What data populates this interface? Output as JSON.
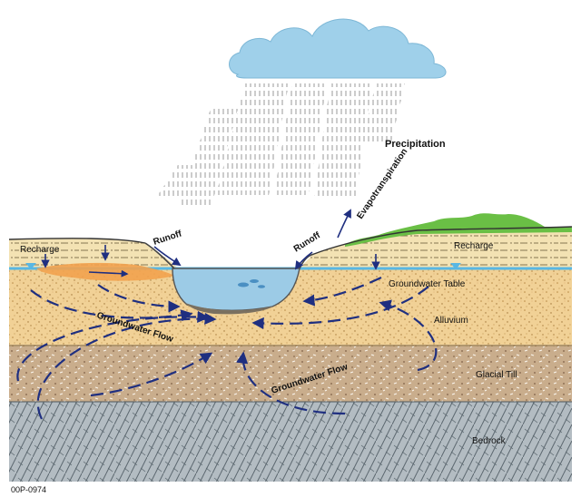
{
  "labels": {
    "precipitation": "Precipitation",
    "evapotranspiration": "Evapotranspiration",
    "runoff_left": "Runoff",
    "runoff_right": "Runoff",
    "recharge_left": "Recharge",
    "recharge_right": "Recharge",
    "groundwater_table": "Groundwater Table",
    "alluvium": "Alluvium",
    "groundwater_flow_left": "Groundwater Flow",
    "groundwater_flow_right": "Groundwater Flow",
    "glacial_till": "Glacial Till",
    "bedrock": "Bedrock",
    "figure_id": "00P-0974"
  },
  "colors": {
    "cloud": "#9fd0ea",
    "rain": "#9a9a9a",
    "topsoil": "#f1e0b0",
    "alluvium": "#f1d196",
    "glacial_till": "#cbb08f",
    "bedrock": "#aeb7bd",
    "water": "#9ccbe6",
    "water_table": "#58b7e3",
    "plume": "#f2a24e",
    "vegetation": "#6abf45",
    "arrow": "#1f2f80"
  }
}
